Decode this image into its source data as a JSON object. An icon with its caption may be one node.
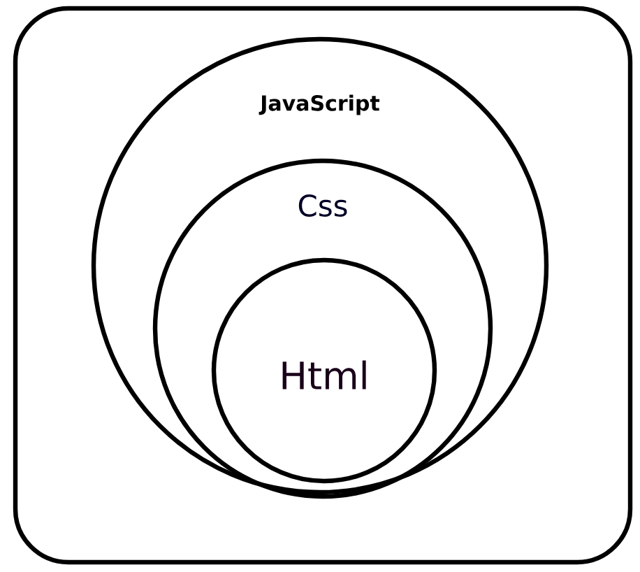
{
  "diagram": {
    "nodes": [
      {
        "text": [],
        "shape": "box"
      },
      {
        "text": [
          "JavaScript"
        ],
        "in": 0
      },
      {
        "text": [
          "Css"
        ],
        "in": 1
      },
      {
        "text": [
          "Html"
        ],
        "in": 2
      }
    ]
  }
}
